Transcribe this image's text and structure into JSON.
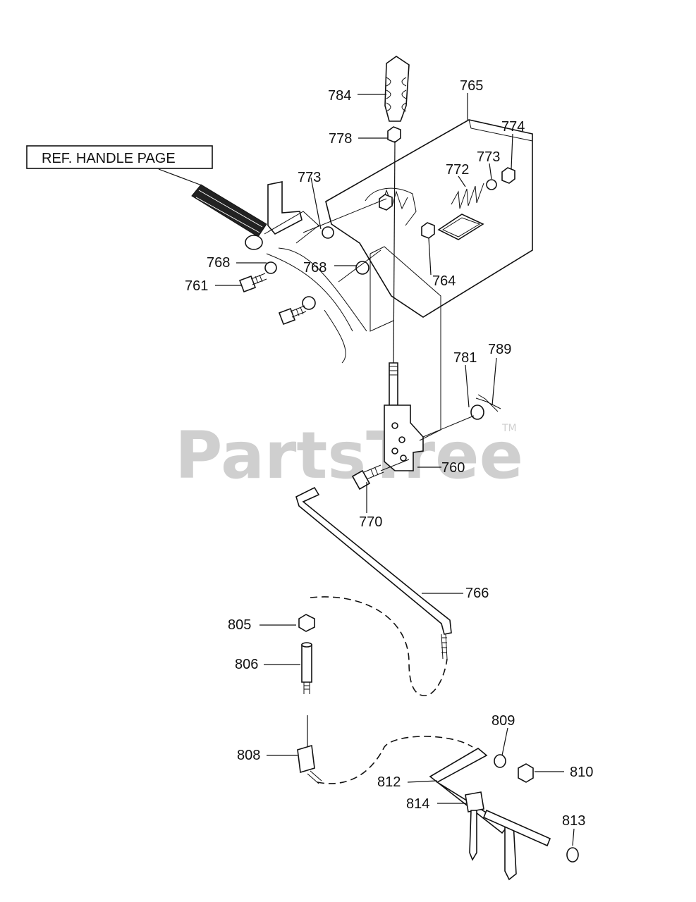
{
  "reference_box": {
    "text": "REF. HANDLE PAGE"
  },
  "watermark": {
    "text": "PartsTree",
    "trademark": "TM"
  },
  "callouts": {
    "p784": "784",
    "p765": "765",
    "p778": "778",
    "p774": "774",
    "p773a": "773",
    "p773b": "773",
    "p772": "772",
    "p768a": "768",
    "p768b": "768",
    "p761": "761",
    "p764": "764",
    "p781": "781",
    "p789": "789",
    "p760": "760",
    "p770": "770",
    "p766": "766",
    "p805": "805",
    "p806": "806",
    "p808": "808",
    "p809": "809",
    "p810": "810",
    "p812": "812",
    "p814": "814",
    "p813": "813"
  }
}
